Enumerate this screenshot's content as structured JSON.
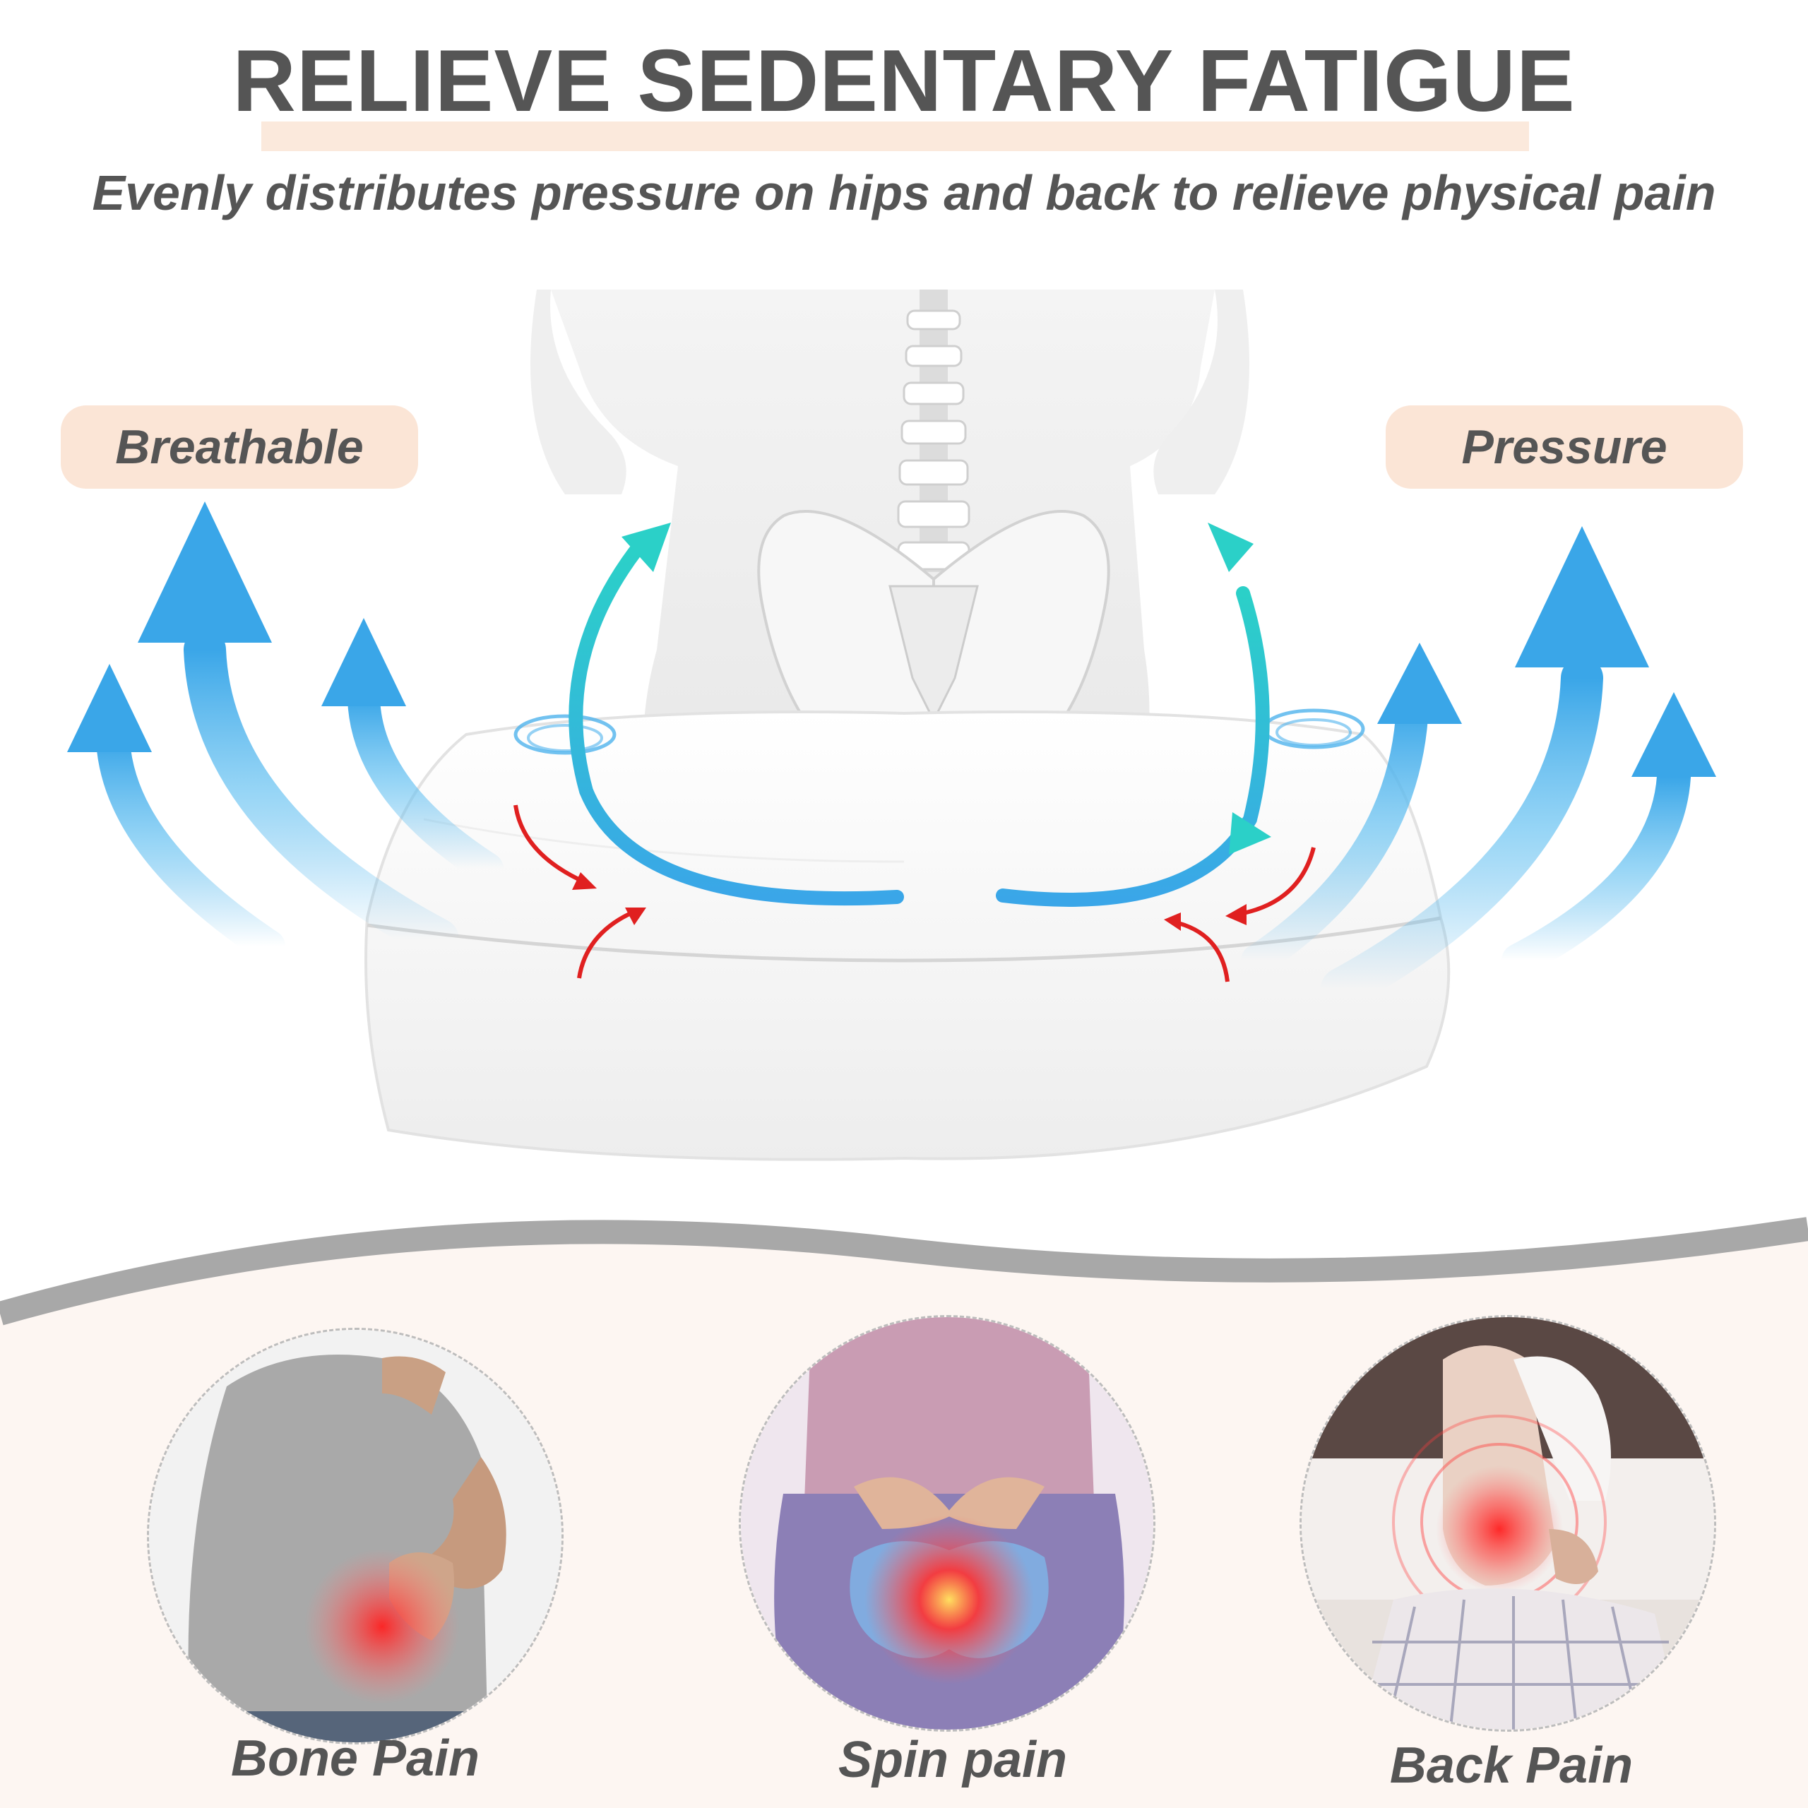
{
  "header": {
    "title": "RELIEVE SEDENTARY FATIGUE",
    "subtitle": "Evenly distributes pressure on hips and back to relieve physical pain"
  },
  "badges": {
    "left": "Breathable",
    "right": "Pressure"
  },
  "pain_points": [
    {
      "label": "Bone Pain",
      "icon": "lower-back-hand-photo"
    },
    {
      "label": "Spin pain",
      "icon": "pelvis-pain-photo"
    },
    {
      "label": "Back Pain",
      "icon": "back-pain-photo"
    }
  ],
  "colors": {
    "text": "#555555",
    "badge_bg": "#fbe5d6",
    "airflow_arrow": "#4fb3ec",
    "circulation_arrow": "#2bc6cc",
    "pressure_arrow": "#e02020",
    "bottom_bg": "#fdf6f2"
  }
}
